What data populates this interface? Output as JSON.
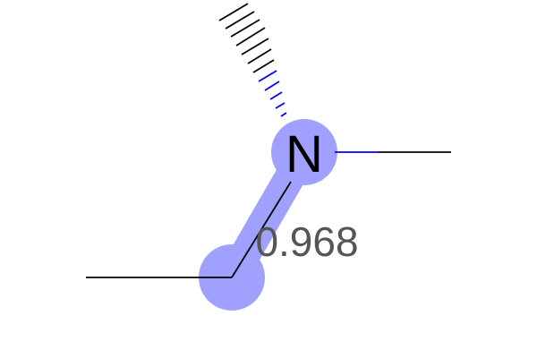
{
  "molecule": {
    "atoms": [
      {
        "id": "N1",
        "label": "N"
      }
    ],
    "highlight_value": "0.968"
  },
  "colors": {
    "background": "#ffffff",
    "bond": "#000000",
    "nitrogen": "#0000ff",
    "highlight": "#a0a0ff",
    "atom_label": "#000000",
    "value_label": "#555555"
  }
}
